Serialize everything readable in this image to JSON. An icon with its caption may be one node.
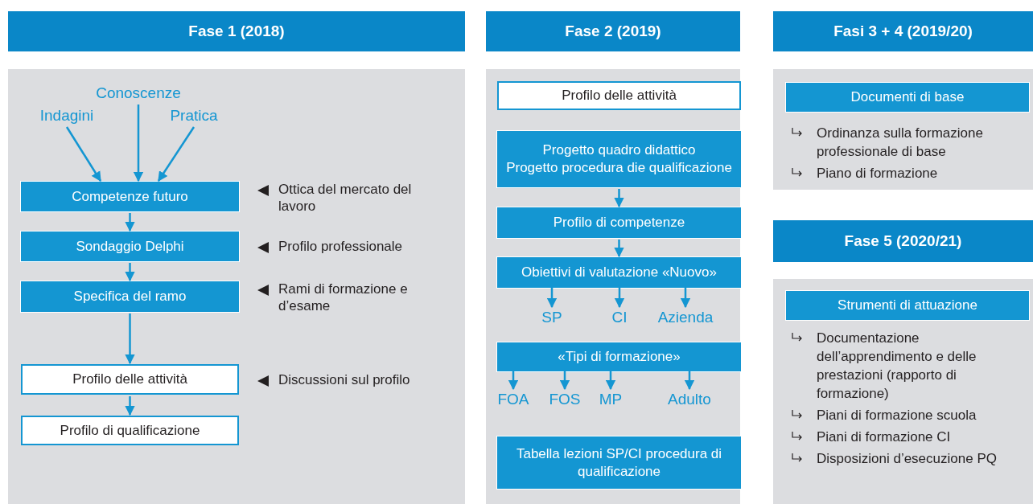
{
  "diagram": {
    "nodes": [
      {
        "text": [
          "Fase 1 (2018)"
        ]
      },
      {
        "text": [],
        "shape": "box"
      },
      {
        "text": [
          "Conoscenze"
        ],
        "in": 1
      },
      {
        "text": [
          "Indagini"
        ],
        "in": 1
      },
      {
        "text": [
          "Pratica"
        ],
        "in": 1
      },
      {
        "text": [
          "Competenze futuro"
        ],
        "in": 1
      },
      {
        "text": [
          "Sondaggio Delphi"
        ],
        "in": 1
      },
      {
        "text": [
          "Specifica del ramo"
        ],
        "in": 1
      },
      {
        "text": [
          "Profilo delle attività"
        ],
        "in": 1
      },
      {
        "text": [
          "Profilo di qualificazione"
        ],
        "in": 1
      },
      {
        "text": [
          "Fase 2 (2019)"
        ]
      },
      {
        "text": [],
        "shape": "box"
      },
      {
        "text": [
          "Profilo delle attività"
        ],
        "in": 11
      },
      {
        "text": [
          "Progetto quadro didattico",
          "Progetto procedura die qualificazione"
        ],
        "in": 11
      },
      {
        "text": [
          "Profilo di competenze"
        ],
        "in": 11
      },
      {
        "text": [
          "Obiettivi di valutazione «Nuovo»"
        ],
        "in": 11
      },
      {
        "text": [
          "SP"
        ],
        "in": 11
      },
      {
        "text": [
          "CI"
        ],
        "in": 11
      },
      {
        "text": [
          "Azienda"
        ],
        "in": 11
      },
      {
        "text": [
          "«Tipi di formazione»"
        ],
        "in": 11
      },
      {
        "text": [
          "FOA"
        ],
        "in": 11
      },
      {
        "text": [
          "FOS"
        ],
        "in": 11
      },
      {
        "text": [
          "MP"
        ],
        "in": 11
      },
      {
        "text": [
          "Adulto"
        ],
        "in": 11
      },
      {
        "text": [
          "Tabella lezioni SP/CI procedura di qualificazione"
        ],
        "in": 11
      },
      {
        "text": [
          "Fasi 3 + 4 (2019/20)"
        ]
      },
      {
        "text": [
          "Ordinanza sulla formazione professionale di base",
          "Piano di formazione"
        ]
      },
      {
        "text": [
          "Documenti di base"
        ],
        "in": 26
      },
      {
        "text": [
          "Fase 5 (2020/21)"
        ]
      },
      {
        "text": [
          "Documentazione dell’apprendimento e delle prestazioni (rapporto di formazione)",
          "Piani di formazione scuola",
          "Piani di formazione CI",
          "Disposizioni d’esecuzione PQ"
        ]
      },
      {
        "text": [
          "Strumenti di attuazione"
        ],
        "in": 29
      }
    ],
    "edges": [
      {
        "from": 3,
        "to": 5,
        "arrow": "to"
      },
      {
        "from": 2,
        "to": 5,
        "arrow": "to"
      },
      {
        "from": 4,
        "to": 5,
        "arrow": "to"
      },
      {
        "from": 5,
        "to": 6,
        "arrow": "to"
      },
      {
        "from": 6,
        "to": 7,
        "arrow": "to"
      },
      {
        "from": 7,
        "to": 8,
        "arrow": "to"
      },
      {
        "from": 8,
        "to": 9,
        "arrow": "to"
      },
      {
        "from": 13,
        "to": 14,
        "arrow": "to"
      },
      {
        "from": 14,
        "to": 15,
        "arrow": "to"
      },
      {
        "from": 15,
        "to": 16,
        "arrow": "to"
      },
      {
        "from": 15,
        "to": 17,
        "arrow": "to"
      },
      {
        "from": 15,
        "to": 18,
        "arrow": "to"
      },
      {
        "from": 19,
        "to": 20,
        "arrow": "to"
      },
      {
        "from": 19,
        "to": 21,
        "arrow": "to"
      },
      {
        "from": 19,
        "to": 22,
        "arrow": "to"
      },
      {
        "from": 19,
        "to": 23,
        "arrow": "to"
      }
    ],
    "labels": [
      "Ottica del mercato del lavoro",
      "Profilo professionale",
      "Rami di formazione e d’esame",
      "Discussioni sul profilo"
    ]
  }
}
